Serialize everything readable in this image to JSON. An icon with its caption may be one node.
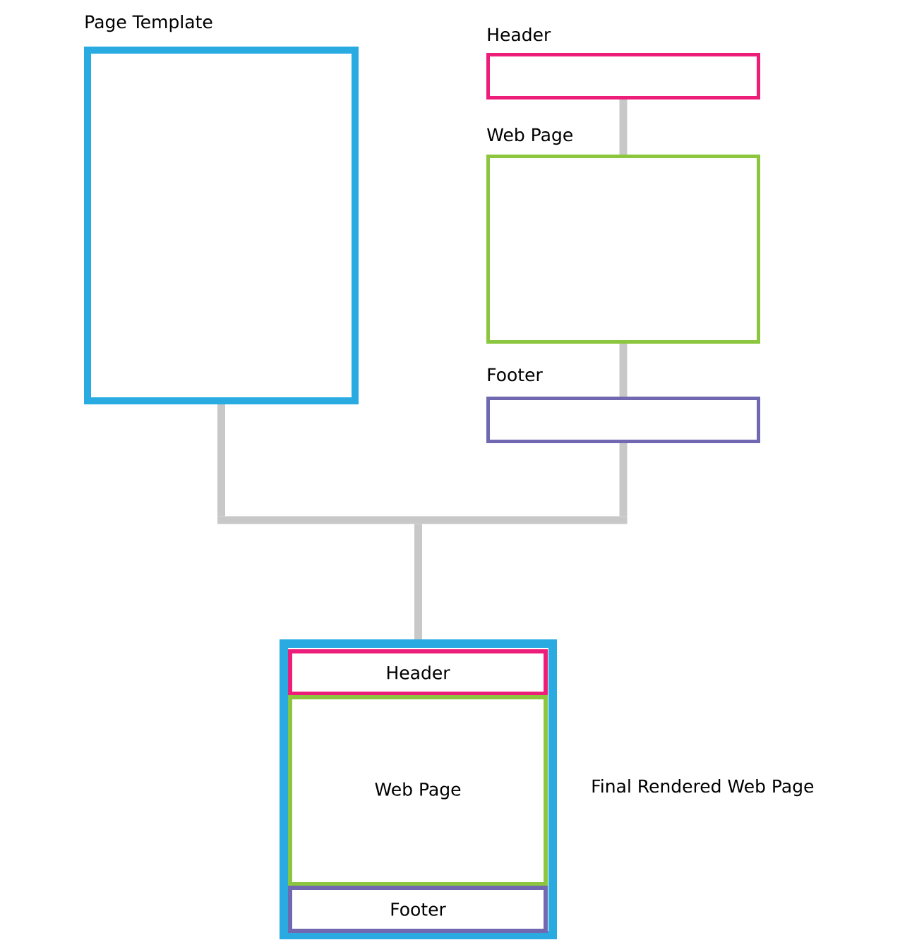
{
  "diagram": {
    "nodes": [
      {
        "text": [
          "Page Template"
        ]
      },
      {
        "text": [
          "Header"
        ]
      },
      {
        "text": [
          "Web Page"
        ]
      },
      {
        "text": [
          "Footer"
        ]
      },
      {
        "text": [],
        "shape": "box",
        "beside": [
          "Final Rendered Web Page"
        ]
      },
      {
        "text": [
          "Header"
        ],
        "in": 4
      },
      {
        "text": [
          "Web Page"
        ],
        "in": 4
      },
      {
        "text": [
          "Footer"
        ],
        "in": 4
      }
    ],
    "edges": [
      {
        "from": 1,
        "to": 2,
        "arrow": "none"
      },
      {
        "from": 2,
        "to": 3,
        "arrow": "none"
      },
      {
        "from": 0,
        "to": 4,
        "arrow": "none"
      },
      {
        "from": 3,
        "to": 4,
        "arrow": "none"
      }
    ]
  }
}
